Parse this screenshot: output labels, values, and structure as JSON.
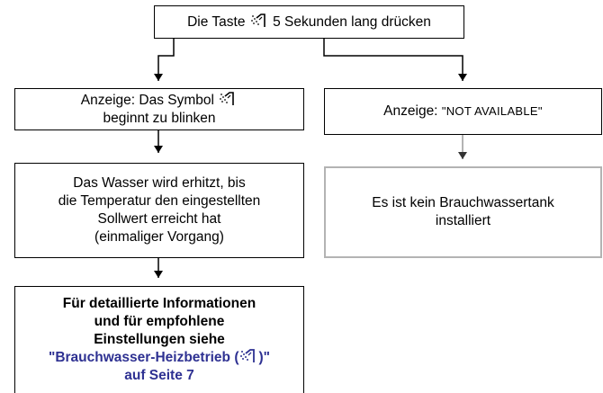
{
  "start": {
    "before": "Die Taste",
    "icon": "shower-icon",
    "after": "5 Sekunden lang drücken"
  },
  "left_display": {
    "before": "Anzeige: Das Symbol",
    "icon": "shower-icon",
    "line2": "beginnt zu blinken"
  },
  "left_process": {
    "lines": [
      "Das Wasser wird erhitzt, bis",
      "die Temperatur den eingestellten",
      "Sollwert erreicht hat",
      "(einmaliger Vorgang)"
    ]
  },
  "left_info": {
    "lines": [
      "Für detaillierte Informationen",
      "und für empfohlene",
      "Einstellungen siehe"
    ],
    "link_before": "\"Brauchwasser-Heizbetrieb (",
    "link_icon": "shower-icon",
    "link_after": ")\"",
    "link_line2": "auf Seite 7",
    "link_color": "#2e3192"
  },
  "right_display": {
    "prefix": "Anzeige:",
    "value": "\"NOT AVAILABLE\""
  },
  "right_result": {
    "lines": [
      "Es ist kein Brauchwassertank",
      "installiert"
    ],
    "border_color": "#b3b3b3"
  }
}
